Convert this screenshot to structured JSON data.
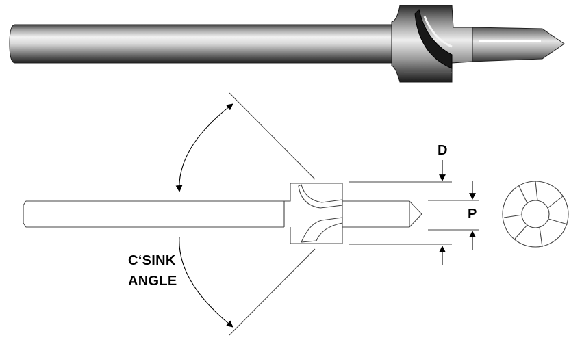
{
  "labels": {
    "d": "D",
    "p": "P",
    "csink_line1": "C‘SINK",
    "csink_line2": "ANGLE"
  }
}
